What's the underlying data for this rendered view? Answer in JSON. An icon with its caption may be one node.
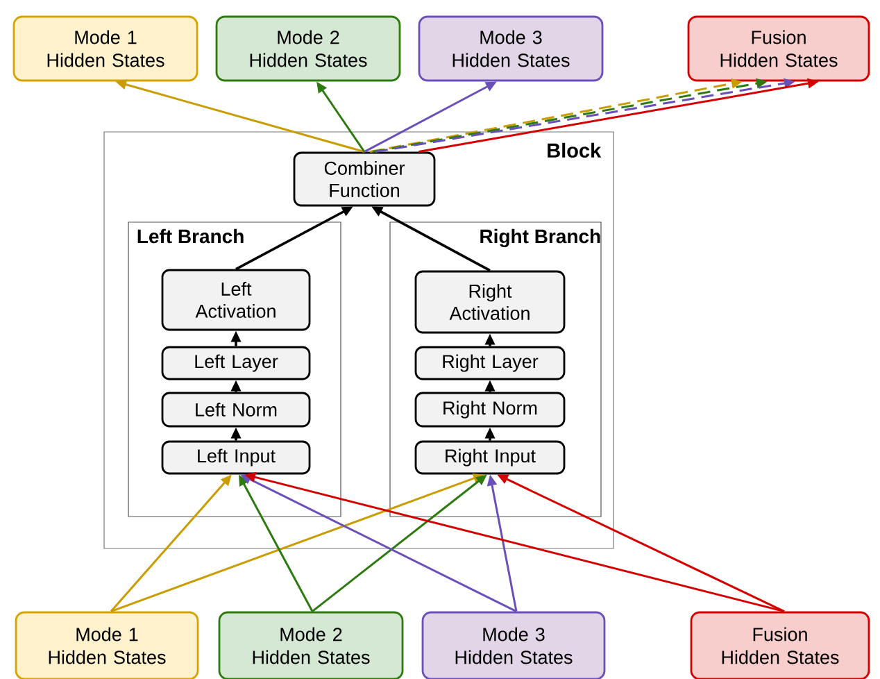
{
  "diagram": {
    "nodes": [
      {
        "text": [
          "Mode 1 Hidden States"
        ]
      },
      {
        "text": [
          "Mode 2 Hidden States"
        ]
      },
      {
        "text": [
          "Mode 3 Hidden States"
        ]
      },
      {
        "text": [
          "Fusion Hidden States"
        ]
      },
      {
        "text": [
          "Block"
        ]
      },
      {
        "text": [
          "Combiner Function"
        ],
        "in": 4
      },
      {
        "text": [
          "Left Branch"
        ],
        "in": 4
      },
      {
        "text": [
          "Left Activation"
        ],
        "in": 6
      },
      {
        "text": [
          "Left Layer"
        ],
        "in": 6
      },
      {
        "text": [
          "Left Norm"
        ],
        "in": 6
      },
      {
        "text": [
          "Left Input"
        ],
        "in": 6
      },
      {
        "text": [
          "Right Branch"
        ],
        "in": 4
      },
      {
        "text": [
          "Right Activation"
        ],
        "in": 11
      },
      {
        "text": [
          "Right Layer"
        ],
        "in": 11
      },
      {
        "text": [
          "Right Norm"
        ],
        "in": 11
      },
      {
        "text": [
          "Right Input"
        ],
        "in": 11
      },
      {
        "text": [
          "Mode 1 Hidden States"
        ]
      },
      {
        "text": [
          "Mode 2 Hidden States"
        ]
      },
      {
        "text": [
          "Mode 3 Hidden States"
        ]
      },
      {
        "text": [
          "Fusion Hidden States"
        ]
      }
    ],
    "edges": [
      {
        "from": 5,
        "to": 0,
        "arrow": "to",
        "color": "#c99c00"
      },
      {
        "from": 5,
        "to": 1,
        "arrow": "to",
        "color": "#2d7a10"
      },
      {
        "from": 5,
        "to": 2,
        "arrow": "to",
        "color": "#6a50b8"
      },
      {
        "from": 5,
        "to": 3,
        "arrow": "to",
        "style": "dashed",
        "color": "#c99c00"
      },
      {
        "from": 5,
        "to": 3,
        "arrow": "to",
        "style": "dashed",
        "color": "#2d7a10"
      },
      {
        "from": 5,
        "to": 3,
        "arrow": "to",
        "style": "dashed",
        "color": "#6a50b8"
      },
      {
        "from": 5,
        "to": 3,
        "arrow": "to",
        "color": "#d40000"
      },
      {
        "from": 7,
        "to": 5,
        "arrow": "to"
      },
      {
        "from": 12,
        "to": 5,
        "arrow": "to"
      },
      {
        "from": 10,
        "to": 9,
        "arrow": "to"
      },
      {
        "from": 9,
        "to": 8,
        "arrow": "to"
      },
      {
        "from": 8,
        "to": 7,
        "arrow": "to"
      },
      {
        "from": 15,
        "to": 14,
        "arrow": "to"
      },
      {
        "from": 14,
        "to": 13,
        "arrow": "to"
      },
      {
        "from": 13,
        "to": 12,
        "arrow": "to"
      },
      {
        "from": 16,
        "to": 10,
        "arrow": "to",
        "color": "#c99c00"
      },
      {
        "from": 16,
        "to": 15,
        "arrow": "to",
        "color": "#c99c00"
      },
      {
        "from": 17,
        "to": 10,
        "arrow": "to",
        "color": "#2d7a10"
      },
      {
        "from": 17,
        "to": 15,
        "arrow": "to",
        "color": "#2d7a10"
      },
      {
        "from": 18,
        "to": 10,
        "arrow": "to",
        "color": "#6a50b8"
      },
      {
        "from": 18,
        "to": 15,
        "arrow": "to",
        "color": "#6a50b8"
      },
      {
        "from": 19,
        "to": 10,
        "arrow": "to",
        "color": "#d40000"
      },
      {
        "from": 19,
        "to": 15,
        "arrow": "to",
        "color": "#d40000"
      }
    ]
  }
}
